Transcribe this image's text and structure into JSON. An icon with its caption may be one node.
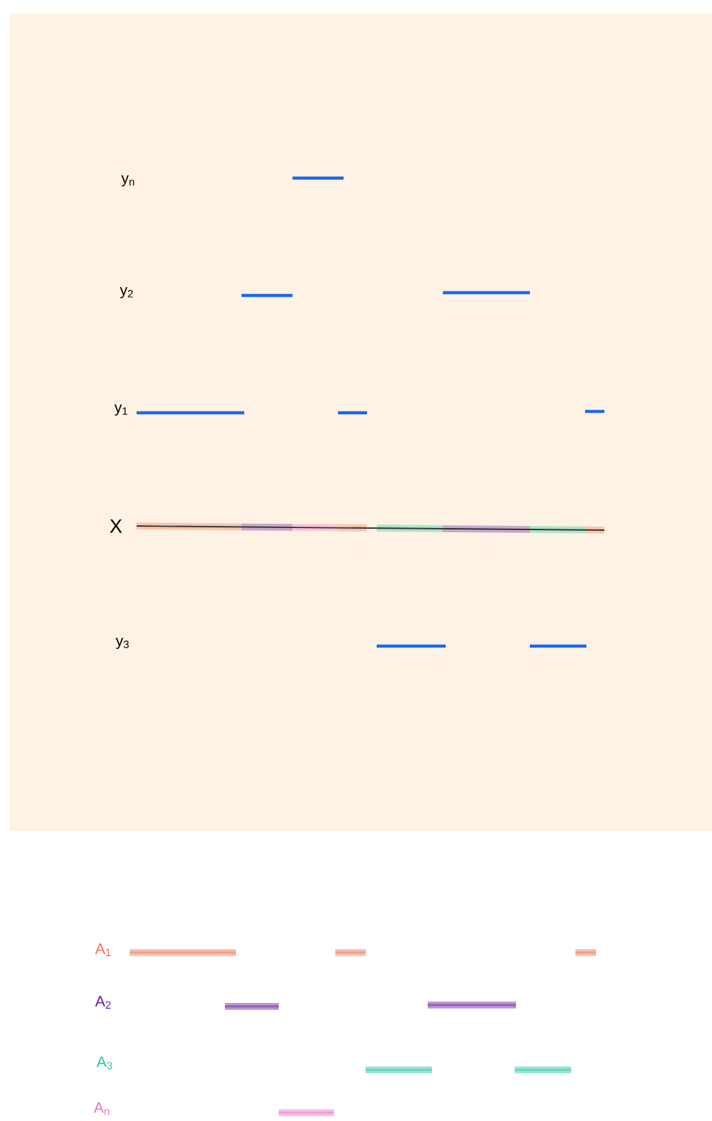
{
  "diagram": {
    "labels": [
      "y$_{n}$",
      "y$_{2}$",
      "y$_{1}$",
      "X",
      "y$_{3}$",
      "A$_{1}$",
      "A$_{2}$",
      "A$_{3}$",
      "A$_{n}$"
    ]
  }
}
